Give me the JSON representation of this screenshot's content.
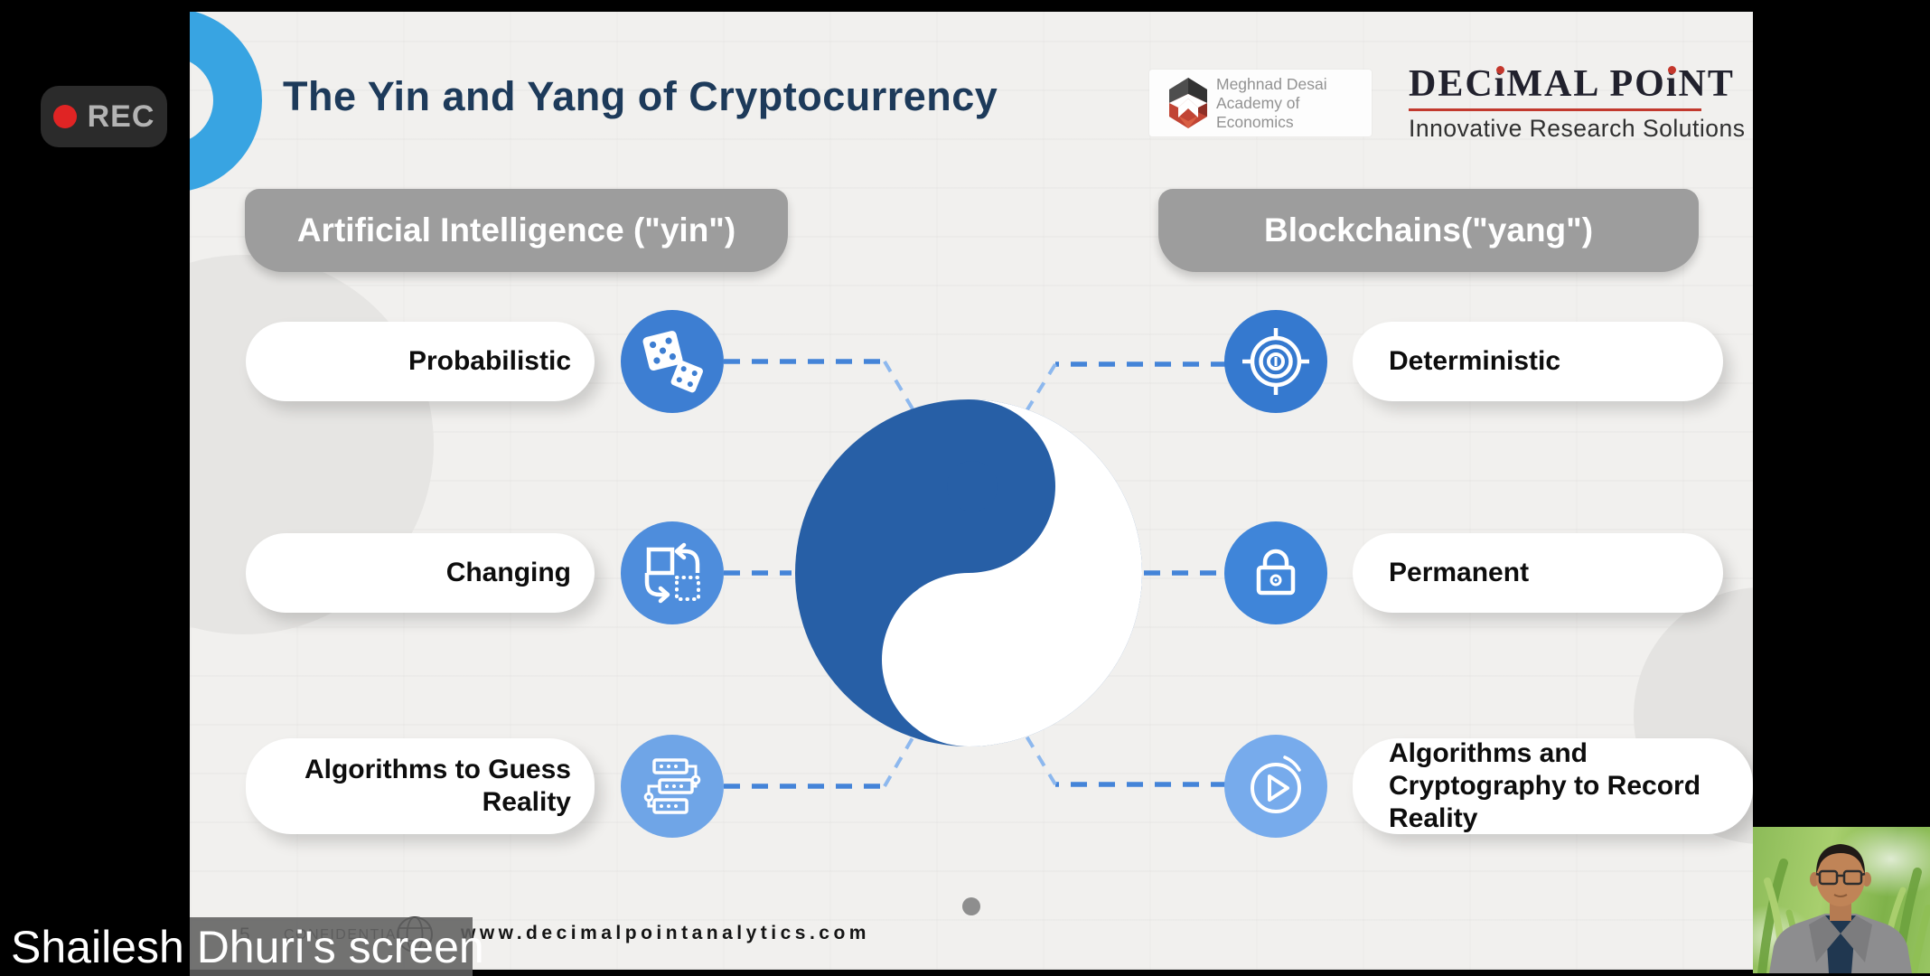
{
  "meeting": {
    "recording_label": "REC",
    "screen_share_label": "Shailesh Dhuri's screen",
    "webcam": "presenter-video"
  },
  "slide": {
    "title": "The Yin and Yang of Cryptocurrency",
    "center_symbol": "yin-yang",
    "left_column": {
      "header": "Artificial Intelligence (\"yin\")",
      "items": [
        {
          "label": "Probabilistic",
          "icon": "dice-icon"
        },
        {
          "label": "Changing",
          "icon": "transform-icon"
        },
        {
          "label": "Algorithms to Guess Reality",
          "icon": "servers-icon"
        }
      ]
    },
    "right_column": {
      "header": "Blockchains(\"yang\")",
      "items": [
        {
          "label": "Deterministic",
          "icon": "target-icon"
        },
        {
          "label": "Permanent",
          "icon": "lock-icon"
        },
        {
          "label": "Algorithms and Cryptography to Record Reality",
          "icon": "play-icon"
        }
      ]
    },
    "logos": {
      "mdae": {
        "line1": "Meghnad Desai",
        "line2": "Academy of Economics"
      },
      "decimal_point": {
        "wordmark_parts": [
          "DEC",
          "i",
          "MAL PO",
          "i",
          "NT"
        ],
        "tagline": "Innovative Research Solutions"
      }
    },
    "footer": {
      "page_number": "5",
      "confidential": "CONFIDENTIAL",
      "website": "www.decimalpointanalytics.com"
    },
    "colors": {
      "yin_yang_blue": "#275fa6",
      "accent_light_blue": "#38a4e2",
      "connector_blue": "#4484d8",
      "header_gray": "#9d9d9d",
      "title_navy": "#1d3a5a",
      "decimal_point_red": "#c2392e",
      "rec_red": "#e02424"
    }
  }
}
